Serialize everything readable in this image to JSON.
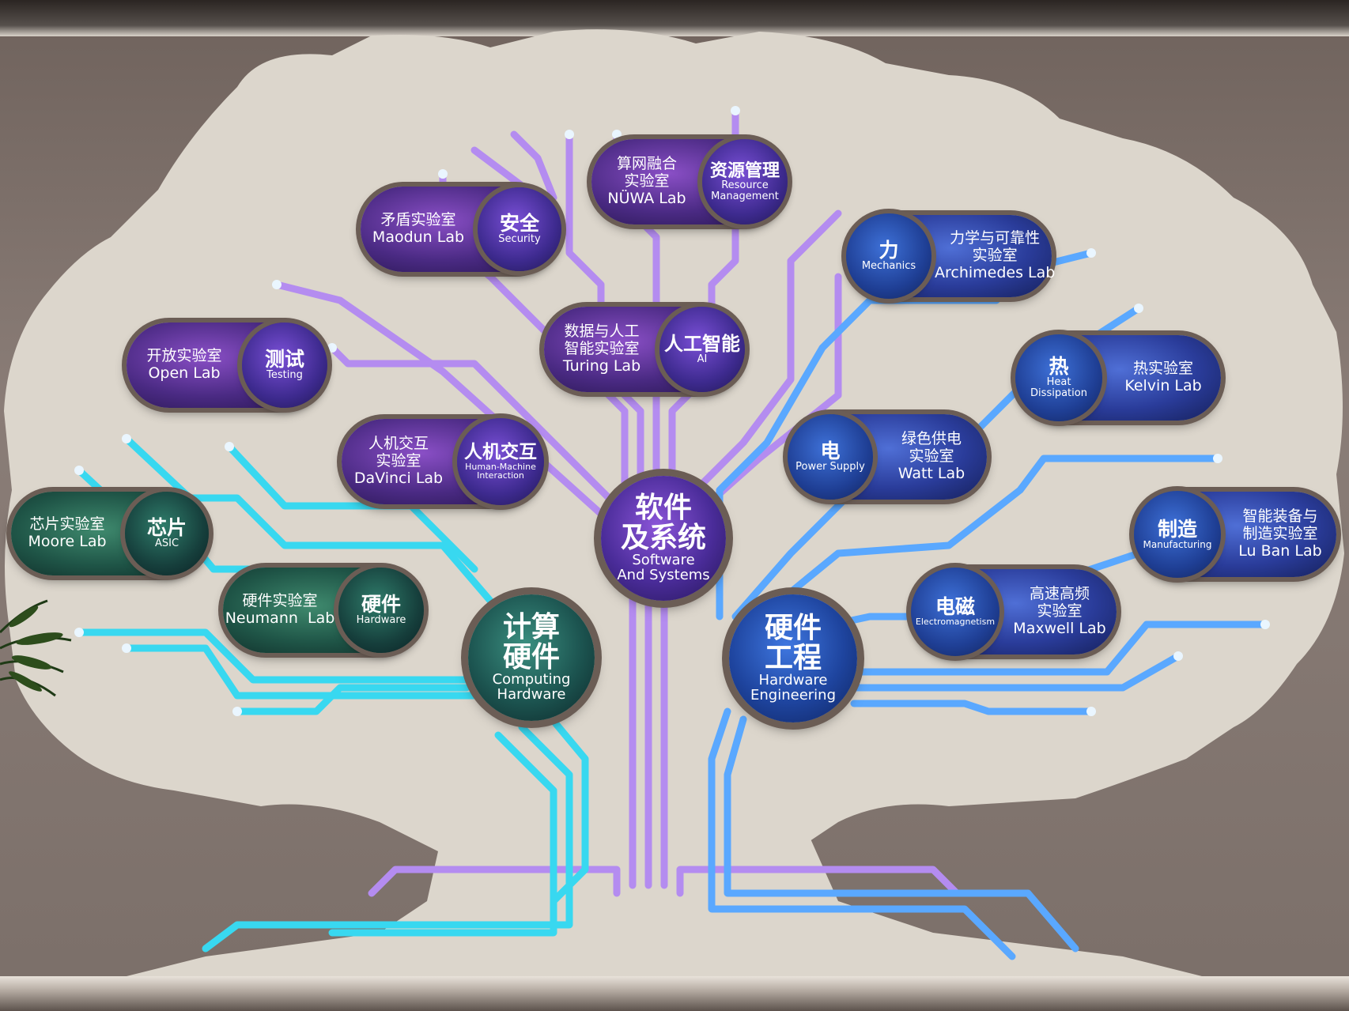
{
  "hubs": {
    "software": {
      "cn_1": "软件",
      "cn_2": "及系统",
      "en_1": "Software",
      "en_2": "And Systems"
    },
    "computing": {
      "cn_1": "计算",
      "cn_2": "硬件",
      "en_1": "Computing",
      "en_2": "Hardware"
    },
    "hardware": {
      "cn_1": "硬件",
      "cn_2": "工程",
      "en_1": "Hardware",
      "en_2": "Engineering"
    }
  },
  "nodes": {
    "nuwa": {
      "cn_1": "算网融合",
      "cn_2": "实验室",
      "en": "NÜWA Lab",
      "badge_cn": "资源管理",
      "badge_en_1": "Resource",
      "badge_en_2": "Management"
    },
    "maodun": {
      "cn_1": "矛盾实验室",
      "en": "Maodun Lab",
      "badge_cn": "安全",
      "badge_en": "Security"
    },
    "turing": {
      "cn_1": "数据与人工",
      "cn_2": "智能实验室",
      "en": "Turing Lab",
      "badge_cn": "人工智能",
      "badge_en": "AI"
    },
    "open": {
      "cn_1": "开放实验室",
      "en": "Open Lab",
      "badge_cn": "测试",
      "badge_en": "Testing"
    },
    "davinci": {
      "cn_1": "人机交互",
      "cn_2": "实验室",
      "en": "DaVinci Lab",
      "badge_cn": "人机交互",
      "badge_en_1": "Human-Machine",
      "badge_en_2": "Interaction"
    },
    "moore": {
      "cn_1": "芯片实验室",
      "en": "Moore Lab",
      "badge_cn": "芯片",
      "badge_en": "ASIC"
    },
    "neumann": {
      "cn_1": "硬件实验室",
      "en": "Neumann  Lab",
      "badge_cn": "硬件",
      "badge_en": "Hardware"
    },
    "archimedes": {
      "cn_1": "力学与可靠性",
      "cn_2": "实验室",
      "en": "Archimedes Lab",
      "badge_cn": "力",
      "badge_en": "Mechanics"
    },
    "kelvin": {
      "cn_1": "热实验室",
      "en": "Kelvin Lab",
      "badge_cn": "热",
      "badge_en_1": "Heat",
      "badge_en_2": "Dissipation"
    },
    "watt": {
      "cn_1": "绿色供电",
      "cn_2": "实验室",
      "en": "Watt Lab",
      "badge_cn": "电",
      "badge_en": "Power Supply"
    },
    "luban": {
      "cn_1": "智能装备与",
      "cn_2": "制造实验室",
      "en": "Lu Ban Lab",
      "badge_cn": "制造",
      "badge_en": "Manufacturing"
    },
    "maxwell": {
      "cn_1": "高速高频",
      "cn_2": "实验室",
      "en": "Maxwell Lab",
      "badge_cn": "电磁",
      "badge_en": "Electromagnetism"
    }
  },
  "colors": {
    "purple_trace": "#b48cf0",
    "cyan_trace": "#38d8f0",
    "blue_trace": "#5aa8ff",
    "board": "#dcd6cc",
    "frame": "#6b5d55"
  }
}
